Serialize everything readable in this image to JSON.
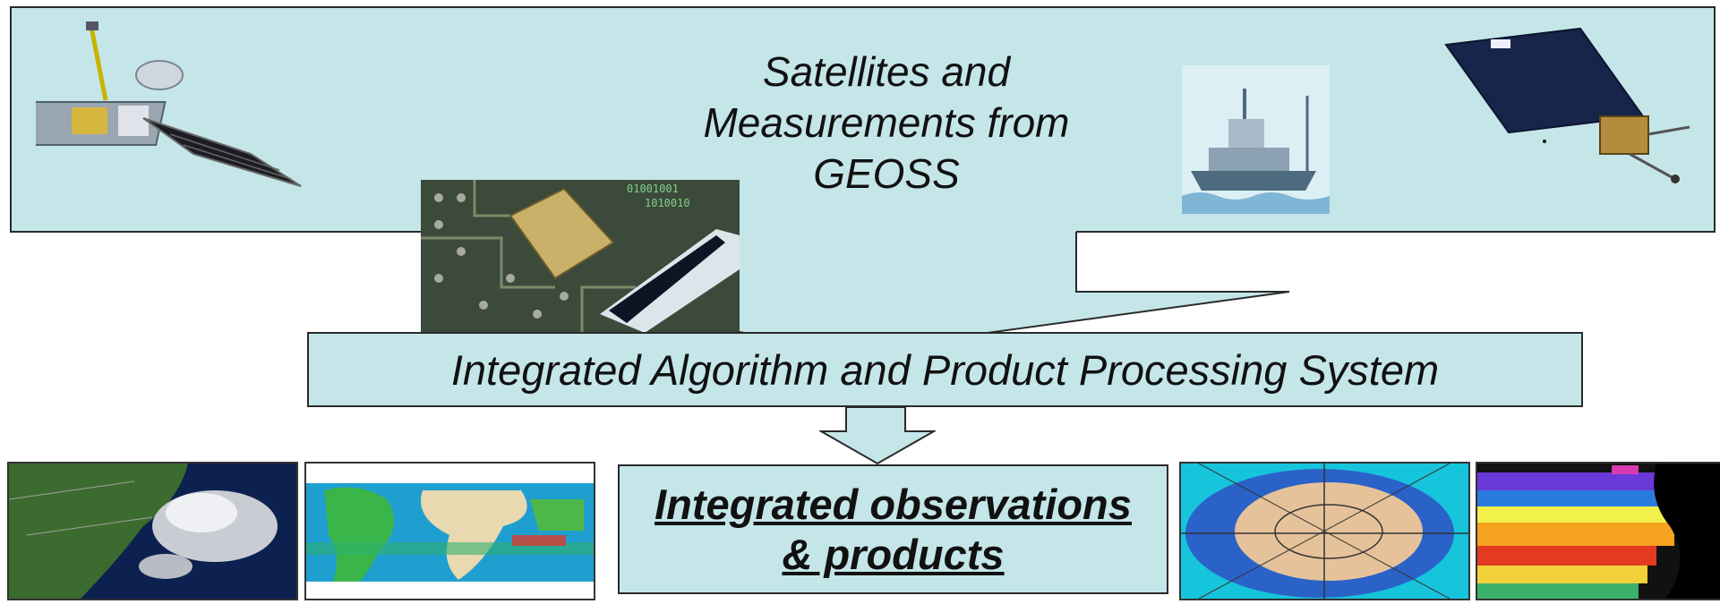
{
  "source": {
    "title_lines": [
      "Satellites and",
      "Measurements from",
      "GEOSS"
    ]
  },
  "processing": {
    "label": "Integrated Algorithm and Product Processing System"
  },
  "output": {
    "label_lines": [
      "Integrated observations",
      "& products"
    ]
  },
  "icons": {
    "satellite_left": "satellite-icon",
    "satellite_right": "satellite-icon",
    "ship": "ship-icon",
    "circuit_satellite": "circuit-board-satellite-image"
  },
  "colors": {
    "box_fill": "#c5e6e9",
    "box_border": "#2a2a2a"
  }
}
